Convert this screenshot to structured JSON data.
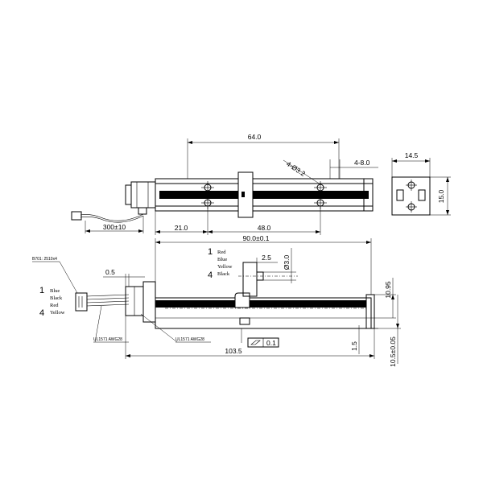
{
  "top_view": {
    "dim_length": "64.0",
    "dim_hole": "4-Ø3.2",
    "dim_spacing": "4-8.0",
    "dim_cable": "300±10",
    "dim_offset": "21.0",
    "dim_pitch": "48.0"
  },
  "end_view": {
    "dim_width": "14.5",
    "dim_height": "15.0"
  },
  "front_view": {
    "dim_total": "90.0±0.1",
    "dim_rod_offset": "2.5",
    "dim_rod_dia": "Ø3.0",
    "dim_lead": "0.5",
    "dim_height1": "10.95",
    "dim_base": "1.5",
    "dim_height2": "10.5±0.05",
    "dim_overall": "103.5",
    "flatness": "0.1",
    "connector_label": "B701: 2510x4",
    "cable_label_left": "UL1571 AWG28",
    "cable_label_right": "UL1571 AWG28",
    "pin_first": "1",
    "pin_last": "4"
  },
  "wires_motor": [
    "Red",
    "Blue",
    "Yellow",
    "Black"
  ],
  "wires_connector": [
    "Blue",
    "Black",
    "Red",
    "Yellow"
  ]
}
